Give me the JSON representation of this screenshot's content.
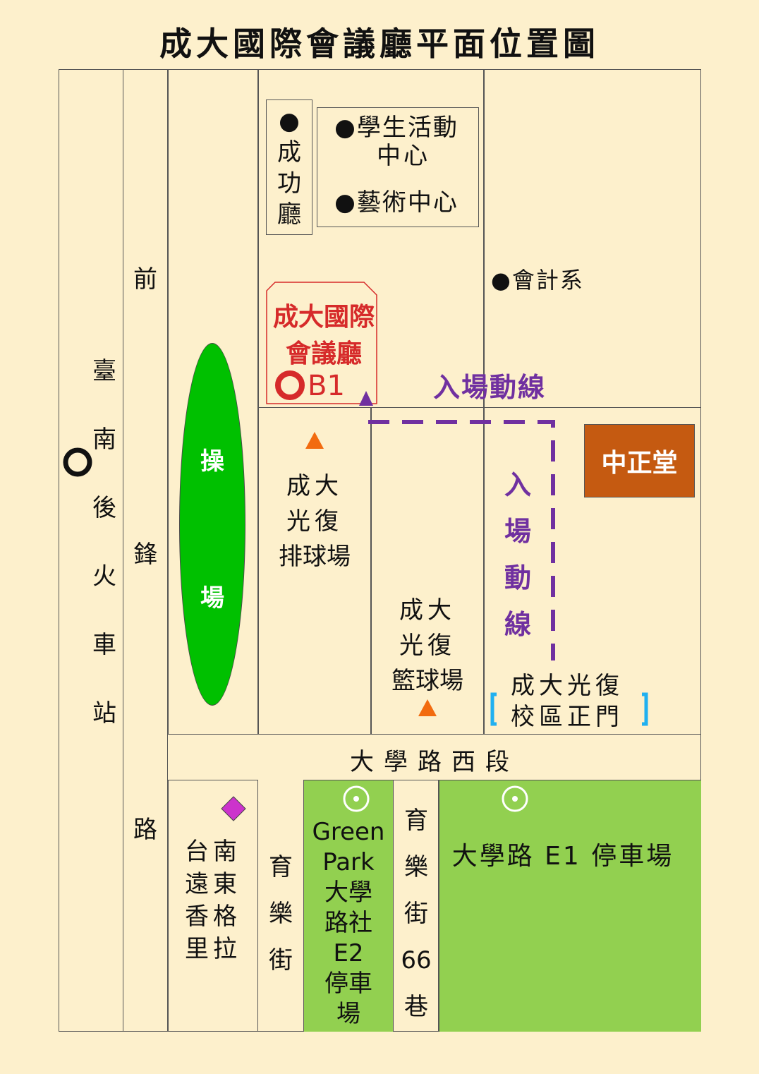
{
  "title": "成大國際會議廳平面位置圖",
  "colors": {
    "background": "#fdf0cc",
    "accent_red": "#d62a2a",
    "route_purple": "#7030a0",
    "field_green": "#00c000",
    "lot_green": "#92d050",
    "hall_orange": "#c55a11",
    "hotel_magenta": "#cc33cc",
    "triangle_orange": "#f26b0f"
  },
  "roads": {
    "qianfeng": [
      "前",
      "鋒",
      "路"
    ],
    "daxue_west": "大學路西段",
    "yule_street": [
      "育",
      "樂",
      "街"
    ],
    "yule_66": [
      "育",
      "樂",
      "街",
      "66",
      "巷"
    ]
  },
  "station": {
    "chars": [
      "臺",
      "南",
      "後",
      "火",
      "車",
      "站"
    ]
  },
  "playground": [
    "操",
    "場"
  ],
  "buildings": {
    "chenggong_hall": {
      "bullet": "●",
      "chars": [
        "成",
        "功",
        "廳"
      ]
    },
    "student_center": {
      "line1": "●學生活動",
      "line2": "中心"
    },
    "art_center": "●藝術中心",
    "accounting": "●會計系",
    "icc": {
      "line1": "成大國際",
      "line2": "會議廳",
      "floor": "B1"
    },
    "volleyball": [
      "成大",
      "光復",
      "排球場"
    ],
    "basketball": [
      "成大",
      "光復",
      "籃球場"
    ],
    "zhongzheng": "中正堂",
    "main_gate": {
      "line1": "成大光復",
      "line2": "校區正門"
    }
  },
  "route": {
    "horizontal": "入場動線",
    "vertical": [
      "入",
      "場",
      "動",
      "線"
    ]
  },
  "hotel": [
    "台南",
    "遠東",
    "香格",
    "里拉"
  ],
  "parking_e2": [
    "Green",
    "Park",
    "大學",
    "路社",
    "E2",
    "停車",
    "場"
  ],
  "parking_e1": "大學路 E1 停車場"
}
